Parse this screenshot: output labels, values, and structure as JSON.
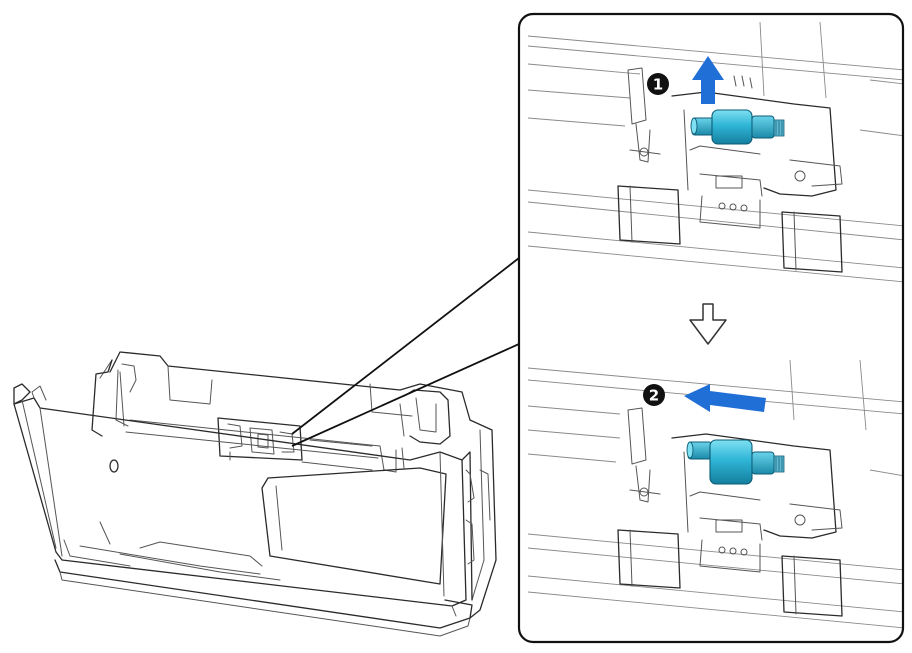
{
  "steps": [
    {
      "number": "1",
      "action": "lift-up"
    },
    {
      "number": "2",
      "action": "slide-left"
    }
  ],
  "colors": {
    "arrow_blue": "#1f6fd6",
    "roller_cyan": "#2fb5d6",
    "roller_dark": "#1a8fb0",
    "line": "#2b2b2b",
    "badge": "#111111"
  },
  "icons": [
    "up-arrow-icon",
    "left-arrow-icon",
    "down-outline-arrow-icon",
    "roller-icon"
  ]
}
